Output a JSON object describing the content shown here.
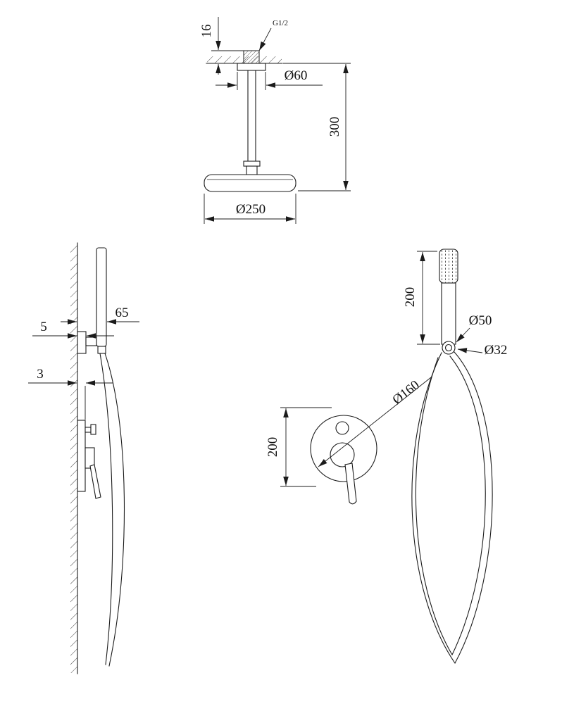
{
  "dims": {
    "thread": "G1/2",
    "ceiling_offset": "16",
    "arm_diameter": "Ø60",
    "arm_drop": "300",
    "head_diameter": "Ø250",
    "holder_offset": "65",
    "holder_plate": "5",
    "trim_gap": "3",
    "handshower_length": "200",
    "holder_diameter": "Ø50",
    "hose_diameter": "Ø32",
    "valve_diameter": "Ø160",
    "valve_height": "200"
  }
}
